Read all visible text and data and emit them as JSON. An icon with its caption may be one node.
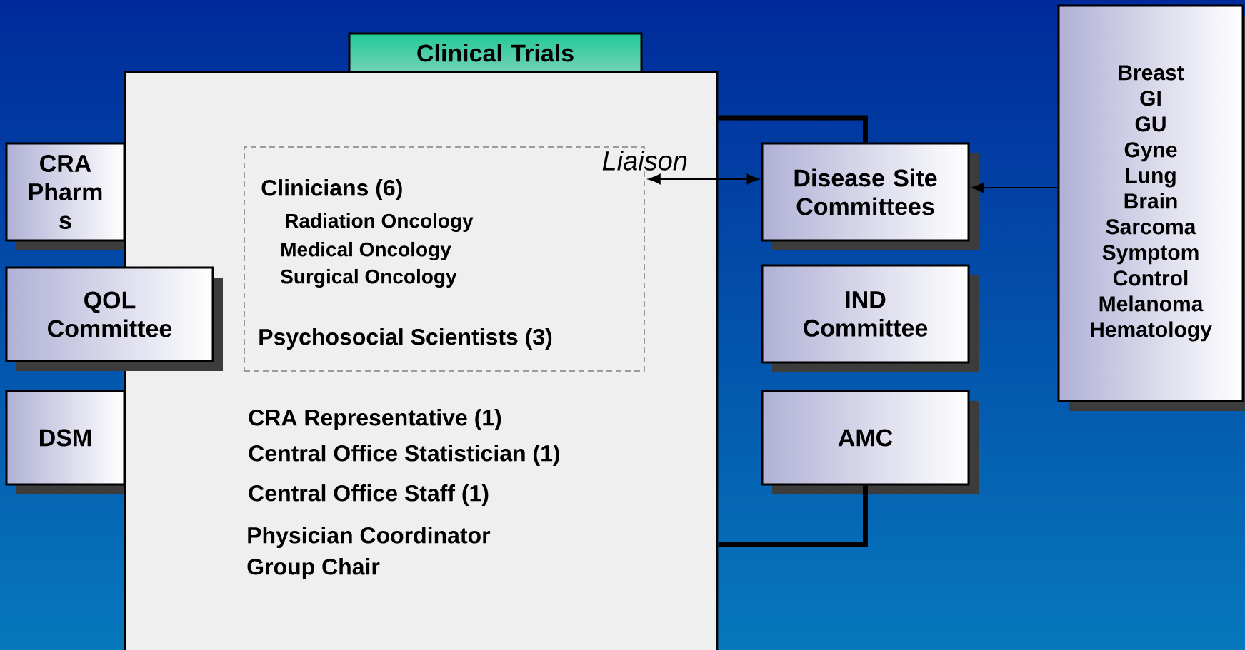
{
  "diagram": {
    "nodes": [
      {
        "text": [
          "Clinical Trials"
        ]
      },
      {
        "text": [
          "CRA Representative (1)",
          "Central Office Statistician (1)",
          "Central Office Staff (1)",
          "Physician Coordinator",
          "Group Chair"
        ]
      },
      {
        "text": [
          "Clinicians (6)",
          "Radiation Oncology",
          "Medical Oncology",
          "Surgical Oncology",
          "Psychosocial Scientists (3)"
        ],
        "in": 1
      },
      {
        "text": [
          "CRA",
          "Pharm",
          "s"
        ]
      },
      {
        "text": [
          "QOL Committee"
        ]
      },
      {
        "text": [
          "DSM"
        ]
      },
      {
        "text": [
          "Disease Site Committees"
        ]
      },
      {
        "text": [
          "IND Committee"
        ]
      },
      {
        "text": [
          "AMC"
        ]
      },
      {
        "text": [
          "Breast",
          "GI",
          "GU",
          "Gyne",
          "Lung",
          "Brain",
          "Sarcoma",
          "Symptom Control",
          "Melanoma",
          "Hematology"
        ]
      }
    ],
    "edges": [
      {
        "from": 2,
        "to": 6,
        "arrow": "both",
        "label": "Liaison"
      },
      {
        "from": 9,
        "to": 6,
        "arrow": "to"
      },
      {
        "from": 1,
        "to": 6,
        "arrow": "none",
        "style": "thick"
      },
      {
        "from": 1,
        "to": 8,
        "arrow": "none",
        "style": "thick"
      }
    ]
  }
}
